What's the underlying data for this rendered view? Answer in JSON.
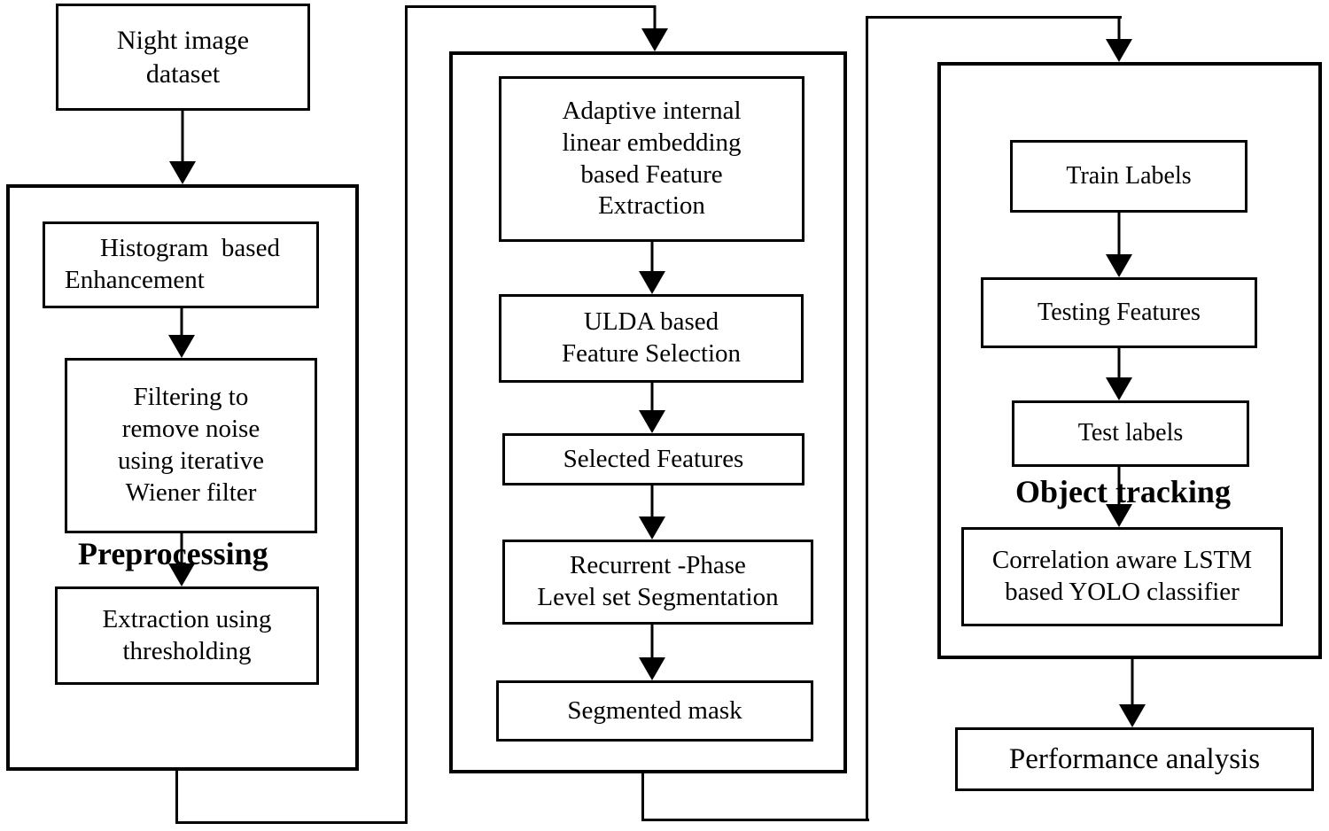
{
  "diagram_type": "flowchart",
  "colors": {
    "ink": "#000000",
    "background": "#ffffff"
  },
  "nodes": {
    "night_dataset": "Night image\ndataset",
    "histogram": "Histogram  based\nEnhancement",
    "filtering": "Filtering to\nremove noise\nusing iterative\nWiener filter",
    "extraction": "Extraction using\nthresholding",
    "adaptive": "Adaptive internal\nlinear embedding\nbased Feature\nExtraction",
    "ulda": "ULDA based\nFeature Selection",
    "selected": "Selected Features",
    "recurrent": "Recurrent -Phase\nLevel set Segmentation",
    "segmented": "Segmented mask",
    "train_labels": "Train Labels",
    "testing_features": "Testing Features",
    "test_labels": "Test labels",
    "classifier": "Correlation aware LSTM\nbased YOLO classifier",
    "performance": "Performance analysis"
  },
  "stage_labels": {
    "preprocessing": "Preprocessing",
    "object_tracking": "Object tracking"
  }
}
